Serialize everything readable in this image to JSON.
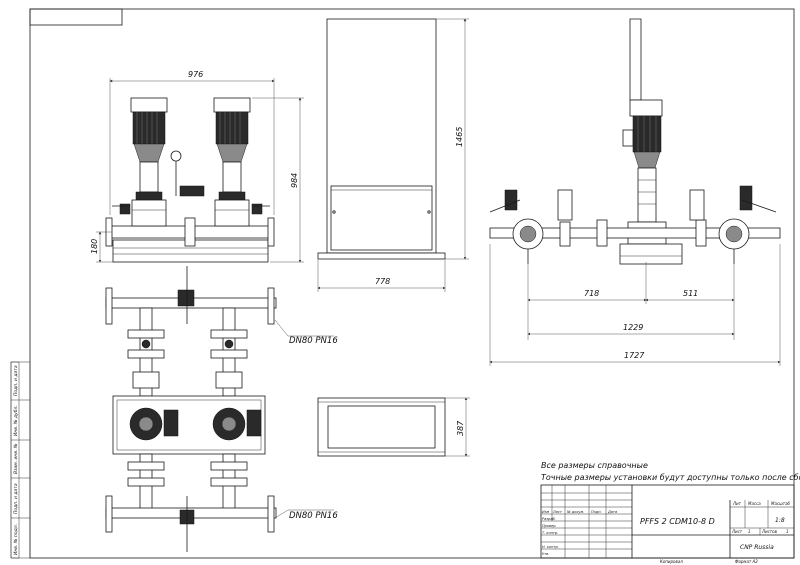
{
  "drawing": {
    "dimensions": {
      "front_width": "976",
      "front_height": "984",
      "front_base": "180",
      "side_height": "1465",
      "side_width": "778",
      "plan_depth": "387",
      "right_left": "718",
      "right_right": "511",
      "right_mid": "1229",
      "right_total": "1727"
    },
    "labels": {
      "flange_top": "DN80 PN16",
      "flange_bottom": "DN80 PN16"
    },
    "notes": {
      "line1": "Все размеры справочные",
      "line2": "Точные размеры установки будут доступны только после сборки"
    }
  },
  "title_block": {
    "designation": "PFFS 2 CDM10-8 D",
    "company": "CNP Russia",
    "lit_header": "Лит",
    "mass_header": "Масса",
    "scale_header": "Масштаб",
    "scale_value": "1:8",
    "sheet_label": "Лист",
    "sheet_value": "1",
    "sheets_label": "Листов",
    "sheets_value": "1",
    "rows": {
      "izm": "Изм",
      "list": "Лист",
      "doc": "№ докум.",
      "sign": "Подп.",
      "date": "Дата",
      "razrab": "Разраб.",
      "prover": "Провер.",
      "tkontr": "Т. контр.",
      "nkontr": "Н. контр.",
      "utv": "Утв."
    },
    "copied": "Копировал",
    "format": "Формат A2"
  },
  "side_strip": [
    "Инв. № подл.",
    "Подп. и дата",
    "Взам. инв. №",
    "Инв. № дубл.",
    "Подп. и дата"
  ]
}
